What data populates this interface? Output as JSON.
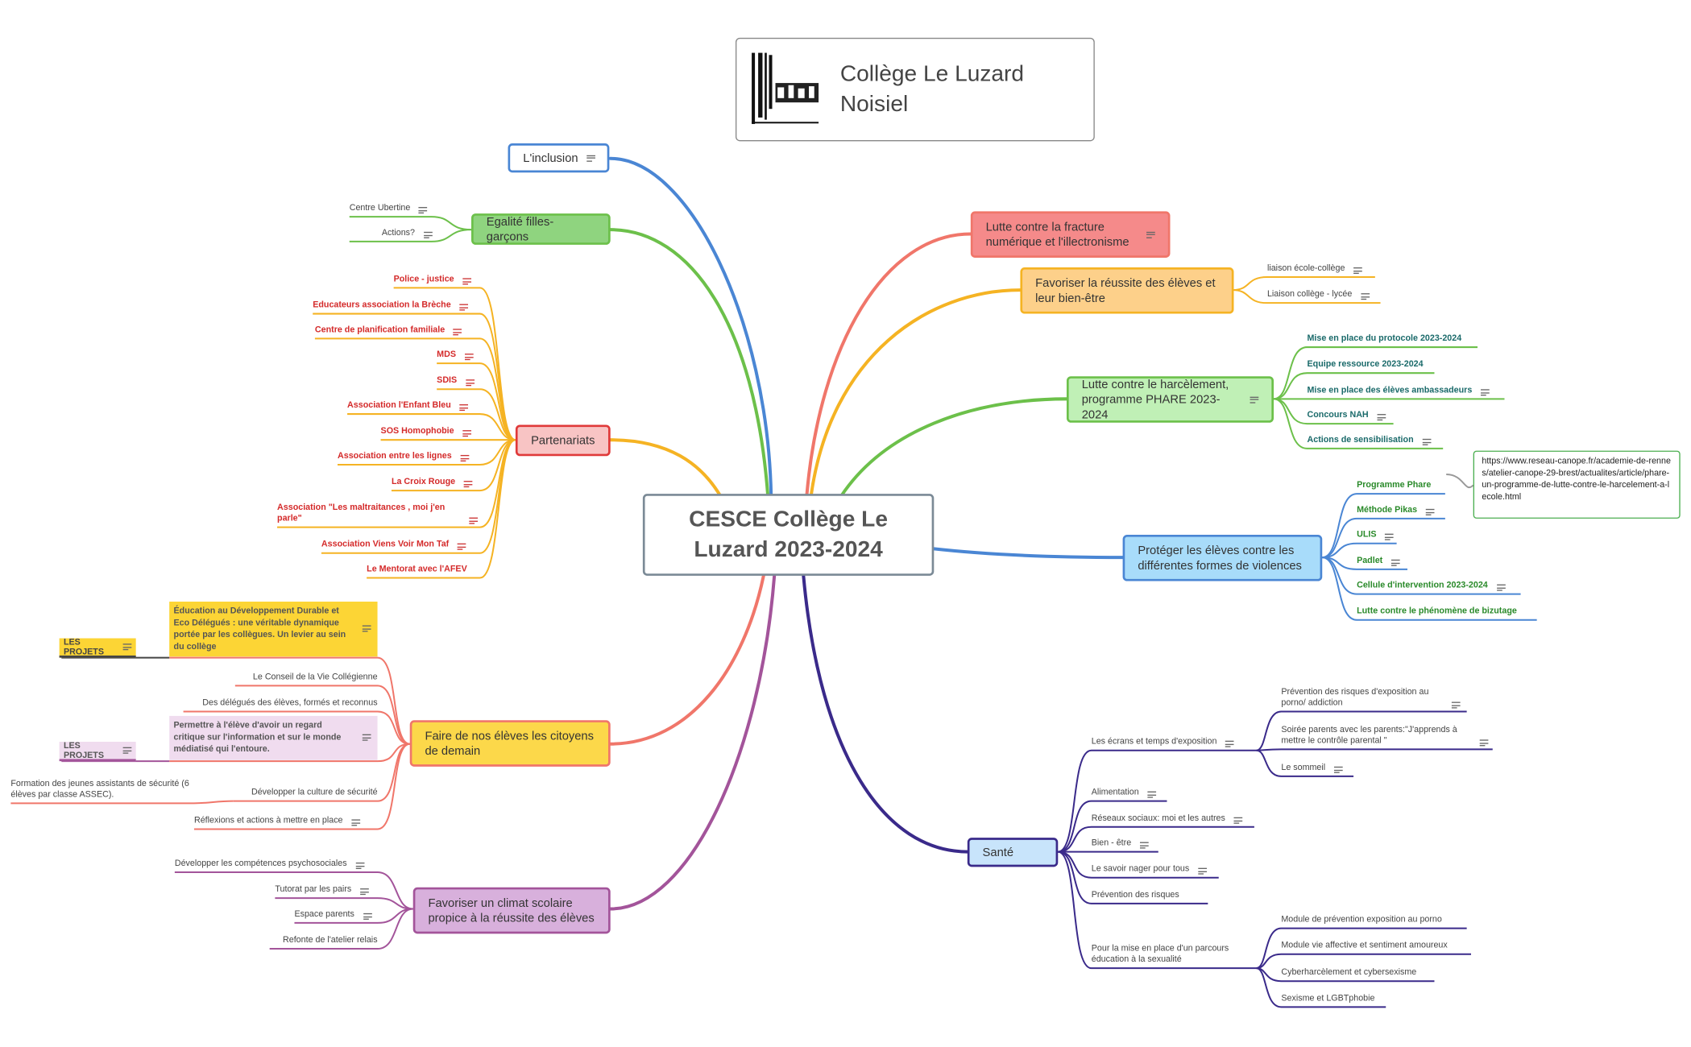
{
  "title": {
    "line1": "Collège Le Luzard",
    "line2": "Noisiel"
  },
  "central": {
    "label": "CESCE Collège Le Luzard 2023-2024"
  },
  "colors": {
    "blue": "#4a86d4",
    "green": "#6cc04a",
    "orange": "#f5b323",
    "red": "#f0766a",
    "purple": "#a3549a",
    "navy": "#3a2a8a",
    "teal": "#2d9a2d"
  },
  "left": {
    "inclusion": {
      "label": "L'inclusion"
    },
    "egalite": {
      "label": "Egalité filles-garçons",
      "children": [
        "Centre Ubertine",
        "Actions?"
      ]
    },
    "partenariats": {
      "label": "Partenariats",
      "children": [
        "Police - justice",
        "Educateurs association la Brèche",
        "Centre de planification familiale",
        "MDS",
        "SDIS",
        "Association l'Enfant Bleu",
        "SOS Homophobie",
        "Association entre les lignes",
        "La Croix Rouge",
        "Association \"Les maltraitances , moi j'en parle\"",
        "Association Viens Voir Mon Taf",
        "Le Mentorat avec l'AFEV"
      ]
    },
    "citoyens": {
      "label": "Faire de nos élèves les citoyens de demain",
      "sticky1": "Éducation au Développement Durable et Eco Délégués : une véritable dynamique portée par les collègues. Un levier au sein du collège",
      "tag1": "LES PROJETS",
      "cvc": "Le Conseil de la Vie Collégienne",
      "delegues": "Des délégués des élèves, formés et reconnus",
      "sticky2": "Permettre à l'élève d'avoir un regard critique sur l'information et sur le monde médiatisé qui l'entoure.",
      "tag2": "LES PROJETS",
      "securite": "Développer la culture de sécurité",
      "securite_detail": "Formation des jeunes assistants de sécurité (6 élèves par classe ASSEC).",
      "reflexions": "Réflexions et actions à mettre en place"
    },
    "climat": {
      "label": "Favoriser un climat scolaire propice à la réussite des élèves",
      "children": [
        "Développer les compétences psychosociales",
        "Tutorat par les pairs",
        "Espace parents",
        "Refonte de l'atelier relais"
      ]
    }
  },
  "right": {
    "fracture": {
      "label": "Lutte contre la fracture numérique et l'illectronisme"
    },
    "reussite": {
      "label": "Favoriser la réussite des élèves et leur bien-être",
      "children": [
        "liaison école-collège",
        "Liaison collège - lycée"
      ]
    },
    "harcelement": {
      "label": "Lutte contre le harcèlement, programme PHARE 2023-2024",
      "children": [
        "Mise en place du protocole 2023-2024",
        "Equipe ressource 2023-2024",
        "Mise en place des élèves ambassadeurs",
        "Concours NAH",
        "Actions de sensibilisation"
      ]
    },
    "proteger": {
      "label": "Protéger les élèves contre les différentes formes de violences",
      "children": [
        "Programme Phare",
        "Méthode Pikas",
        "ULIS",
        "Padlet",
        "Cellule d'intervention 2023-2024",
        "Lutte contre le phénomène de bizutage"
      ],
      "url": "https://www.reseau-canope.fr/academie-de-rennes/atelier-canope-29-brest/actualites/article/phare-un-programme-de-lutte-contre-le-harcelement-a-lecole.html"
    },
    "sante": {
      "label": "Santé",
      "ecrans": "Les écrans et temps d'exposition",
      "ecrans_children": [
        "Prévention des risques d'exposition au porno/ addiction",
        "Soirée parents avec les parents:\"J'apprends à mettre le contrôle parental \"",
        "Le sommeil"
      ],
      "children": [
        "Alimentation",
        "Réseaux sociaux: moi et les autres",
        "Bien - être",
        "Le savoir nager pour tous",
        "Prévention des risques"
      ],
      "sexualite": "Pour la mise en place d'un parcours éducation à la sexualité",
      "sexualite_children": [
        "Module de prévention exposition au porno",
        "Module vie affective et sentiment amoureux",
        "Cyberharcèlement et cybersexisme",
        "Sexisme et LGBTphobie"
      ]
    }
  }
}
